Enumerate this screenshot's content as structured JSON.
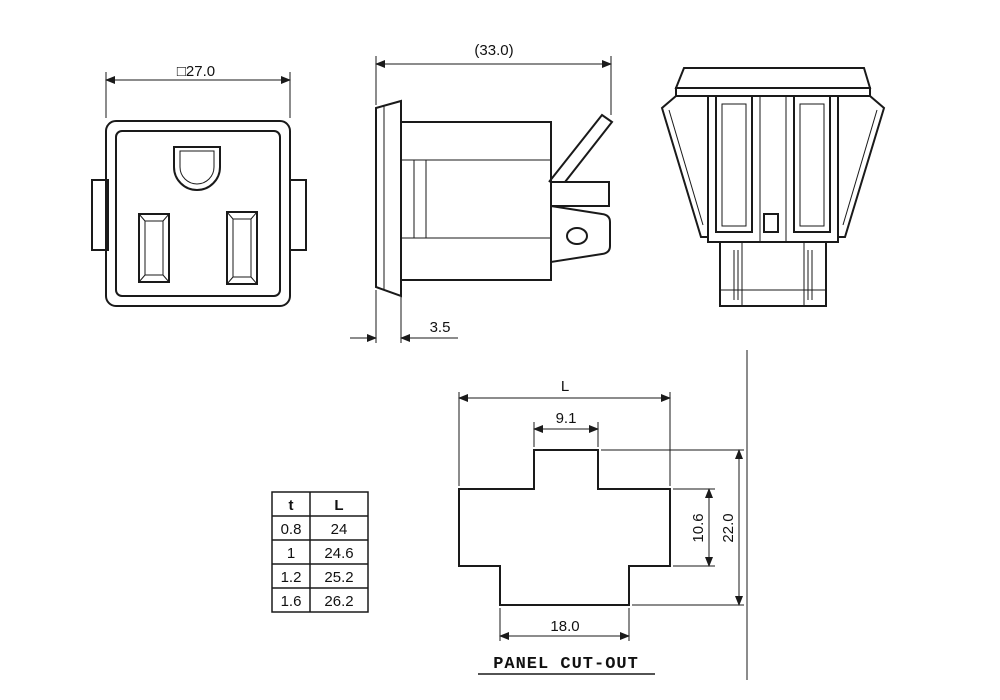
{
  "front_view": {
    "width_label": "□27.0"
  },
  "side_view": {
    "length_label": "(33.0)",
    "flange_label": "3.5"
  },
  "cutout": {
    "width_label": "L",
    "top_notch_label": "9.1",
    "bottom_label": "18.0",
    "inner_height_label": "10.6",
    "outer_height_label": "22.0",
    "title": "PANEL CUT-OUT"
  },
  "thickness_table": {
    "headers": [
      "t",
      "L"
    ],
    "rows": [
      [
        "0.8",
        "24"
      ],
      [
        "1",
        "24.6"
      ],
      [
        "1.2",
        "25.2"
      ],
      [
        "1.6",
        "26.2"
      ]
    ]
  }
}
